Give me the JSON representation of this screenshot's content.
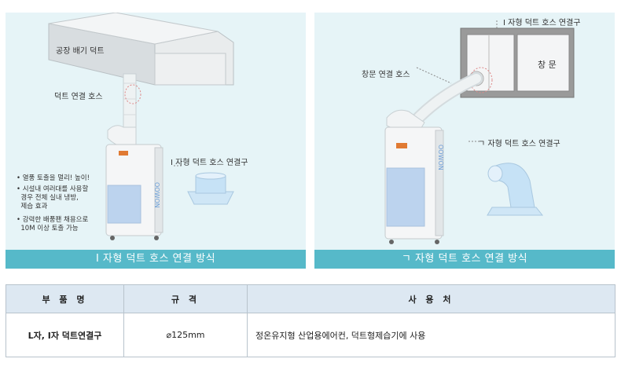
{
  "left_panel": {
    "label_duct": "공장 배기 덕트",
    "label_hose": "덕트 연결 호스",
    "label_connector": "I 자형 덕트 호스 연결구",
    "bullets": [
      "• 열풍 토출을 멀리! 높이!",
      "• 시설내 여러대를 사용할\n  경우 전체 실내 냉방,\n  제습 효과",
      "• 강력한 배풍팬 채용으로\n  10M 이상 토출 가능"
    ],
    "caption": "I 자형 덕트 호스 연결 방식"
  },
  "right_panel": {
    "label_connector_top": "I 자형 덕트 호스 연결구",
    "label_window": "창 문",
    "label_window_hose": "창문 연결 호스",
    "label_connector_L": "ㄱ 자형 덕트 호스 연결구",
    "caption": "ㄱ 자형 덕트 호스 연결 방식"
  },
  "spec_table": {
    "headers": [
      "부 품 명",
      "규 격",
      "사 용 처"
    ],
    "row": [
      "L자, I자 덕트연결구",
      "⌀125mm",
      "정온유지형 산업용에어컨, 덕트형제습기에 사용"
    ]
  },
  "colors": {
    "panel_bg": "#e6f4f7",
    "caption_bg": "#56b9c9",
    "header_bg": "#dde8f2"
  }
}
